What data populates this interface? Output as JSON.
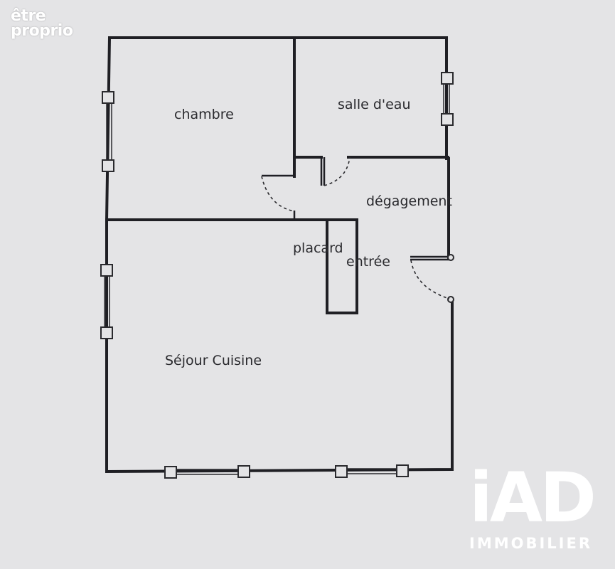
{
  "rooms": {
    "chambre": "chambre",
    "salle_eau": "salle d'eau",
    "degagement": "dégagement",
    "placard": "placard",
    "entree": "entrée",
    "sejour": "Séjour Cuisine"
  },
  "logos": {
    "top_left_line1": "être",
    "top_left_line2": "proprio",
    "brand_mark": "iAD",
    "brand_sub": "IMMOBILIER"
  },
  "colors": {
    "background": "#e4e4e6",
    "wall": "#1f1f24",
    "logo": "#ffffff"
  }
}
